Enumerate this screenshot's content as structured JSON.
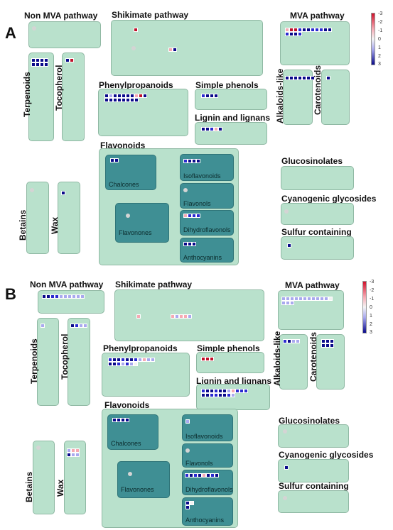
{
  "panel_a": {
    "label": "A",
    "titles": {
      "non_mva": "Non MVA pathway",
      "shikimate": "Shikimate pathway",
      "mva": "MVA pathway",
      "terpenoids": "Terpenoids",
      "tocopherol": "Tocopherol",
      "phenylpropanoids": "Phenylpropanoids",
      "simple_phenols": "Simple phenols",
      "lignin": "Lignin and lignans",
      "alkaloids": "Alkaloids-like",
      "carotenoids": "Carotenoids",
      "flavonoids": "Flavonoids",
      "chalcones": "Chalcones",
      "isoflavonoids": "Isoflavonoids",
      "flavonols": "Flavonols",
      "flavonones": "Flavonones",
      "dihydroflavonols": "Dihydroflavonols",
      "anthocyanins": "Anthocyanins",
      "betains": "Betains",
      "wax": "Wax",
      "glucosinolates": "Glucosinolates",
      "cyanogenic": "Cyanogenic glycosides",
      "sulfur": "Sulfur containing"
    },
    "legend_ticks": [
      "-3",
      "-2",
      "-1",
      "0",
      "1",
      "2",
      "3"
    ]
  },
  "panel_b": {
    "label": "B",
    "titles": {
      "non_mva": "Non MVA pathway",
      "shikimate": "Shikimate pathway",
      "mva": "MVA pathway",
      "terpenoids": "Terpenoids",
      "tocopherol": "Tocopherol",
      "phenylpropanoids": "Phenylpropanoids",
      "simple_phenols": "Simple phenols",
      "lignin": "Lignin and lignans",
      "alkaloids": "Alkaloids-like",
      "carotenoids": "Carotenoids",
      "flavonoids": "Flavonoids",
      "chalcones": "Chalcones",
      "isoflavonoids": "Isoflavonoids",
      "flavonols": "Flavonols",
      "flavonones": "Flavonones",
      "dihydroflavonols": "Dihydroflavonols",
      "anthocyanins": "Anthocyanins",
      "betains": "Betains",
      "wax": "Wax",
      "glucosinolates": "Glucosinolates",
      "cyanogenic": "Cyanogenic glycosides",
      "sulfur": "Sulfur containing"
    },
    "legend_ticks": [
      "-3",
      "-2",
      "-1",
      "0",
      "1",
      "2",
      "3"
    ]
  },
  "colors": {
    "box_fill": "#b9e1cc",
    "flavonoid_subbox_fill": "#3f8f94",
    "strong_down": "#0a0a8a",
    "down": "#2a2ad0",
    "weak_down": "#a9a9ee",
    "neutral": "#f2f2f2",
    "weak_up": "#f6a9b3",
    "up": "#e0405a",
    "strong_up": "#c0102a"
  },
  "heat": {
    "a": {
      "shikimate": [
        [
          -3
        ]
      ],
      "mva": [
        [
          -1,
          -3,
          -3,
          2,
          3,
          3,
          2,
          2,
          2,
          3,
          3
        ],
        [
          2,
          3,
          3,
          2
        ]
      ],
      "terpenoids": [
        [
          3,
          3,
          3,
          3
        ],
        [
          3,
          3,
          3,
          3
        ]
      ],
      "tocopherol": [
        [
          3,
          -3
        ]
      ],
      "phenylpropanoids": [
        [
          3,
          1,
          3,
          3,
          3,
          3,
          3,
          -1,
          -3,
          3
        ],
        [
          3,
          3,
          3,
          3,
          3,
          3,
          3,
          3
        ]
      ],
      "simple_phenols": [
        [
          2,
          3,
          3,
          3
        ]
      ],
      "lignin": [
        [
          3,
          3,
          2,
          -1,
          3
        ]
      ],
      "alkaloids": [
        [
          3,
          3,
          3,
          3,
          3,
          3,
          3
        ]
      ],
      "carotenoids": [
        [
          3
        ]
      ],
      "chalcones": [
        [
          3,
          3
        ]
      ],
      "isoflavonoids": [
        [
          2,
          3,
          3,
          3
        ]
      ],
      "dihydroflavonols": [
        [
          -1,
          2,
          2,
          2
        ]
      ],
      "anthocyanins": [
        [
          3,
          3,
          3
        ]
      ],
      "wax": [
        [
          3
        ]
      ],
      "sulfur": [
        [
          3
        ]
      ]
    },
    "b": {
      "non_mva": [
        [
          3,
          3,
          2,
          2,
          1,
          1,
          1,
          1,
          1,
          1
        ]
      ],
      "shikimate": [
        [
          -1,
          1,
          -1,
          -1,
          1
        ]
      ],
      "mva": [
        [
          1,
          1,
          1,
          1,
          1,
          1,
          1,
          1,
          1,
          1,
          1,
          0
        ],
        [
          1,
          1,
          1
        ]
      ],
      "terpenoids": [
        [
          1
        ]
      ],
      "tocopherol": [
        [
          3,
          2,
          1,
          1
        ]
      ],
      "phenylpropanoids": [
        [
          2,
          3,
          3,
          2,
          3,
          3,
          2,
          1,
          -1,
          1,
          1
        ],
        [
          3,
          3,
          2,
          1,
          2,
          1,
          0
        ]
      ],
      "simple_phenols": [
        [
          -3,
          -3,
          -3
        ]
      ],
      "lignin": [
        [
          2,
          3,
          3,
          2,
          3,
          3,
          1,
          -1,
          2,
          2,
          2
        ],
        [
          3,
          3,
          2,
          2,
          3,
          3,
          2,
          1
        ]
      ],
      "alkaloids": [
        [
          2,
          3,
          1,
          1
        ]
      ],
      "carotenoids": [
        [
          3,
          3,
          3
        ],
        [
          3,
          3,
          3
        ]
      ],
      "chalcones": [
        [
          3,
          3,
          3,
          3
        ]
      ],
      "isoflavonoids": [
        [
          1
        ]
      ],
      "dihydroflavonols": [
        [
          2,
          3,
          2,
          3,
          -1,
          3,
          2,
          3
        ]
      ],
      "anthocyanins": [
        [
          3,
          0
        ],
        [
          3
        ]
      ],
      "wax": [
        [
          1,
          -1,
          -1
        ],
        [
          3,
          1,
          1
        ]
      ],
      "cyanogenic": [
        [
          3
        ]
      ]
    }
  }
}
